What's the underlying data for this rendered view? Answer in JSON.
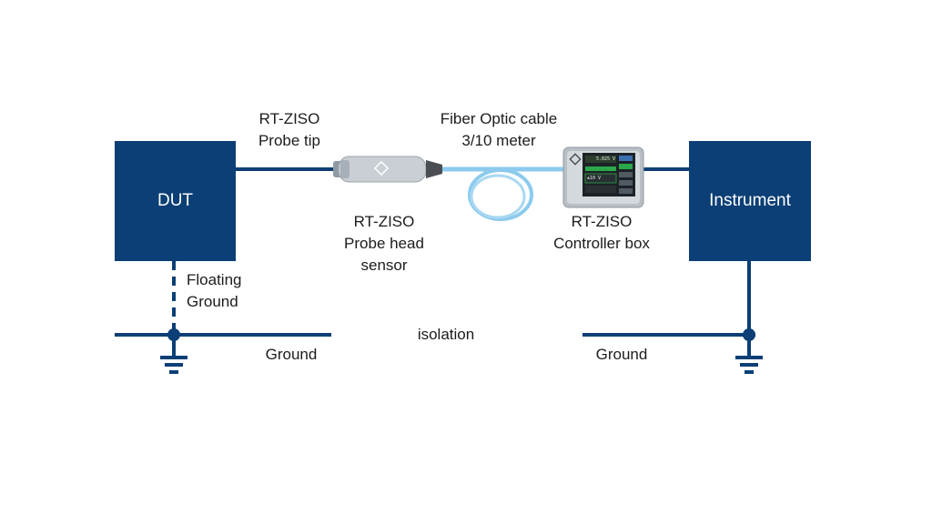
{
  "blocks": {
    "dut": "DUT",
    "instrument": "Instrument"
  },
  "labels": {
    "probe_tip": [
      "RT-ZISO",
      "Probe tip"
    ],
    "fiber_cable": [
      "Fiber Optic cable",
      "3/10 meter"
    ],
    "probe_head": [
      "RT-ZISO",
      "Probe head",
      "sensor"
    ],
    "controller": [
      "RT-ZISO",
      "Controller box"
    ],
    "floating_ground": [
      "Floating",
      "Ground"
    ],
    "ground_left": "Ground",
    "ground_right": "Ground",
    "isolation": "isolation"
  },
  "controller_screen": {
    "readout_top": "5.025 V",
    "readout_mid": "±10 V"
  },
  "colors": {
    "block": "#0b3f75",
    "fiber": "#7fc4ec",
    "text": "#1c1c1c"
  }
}
